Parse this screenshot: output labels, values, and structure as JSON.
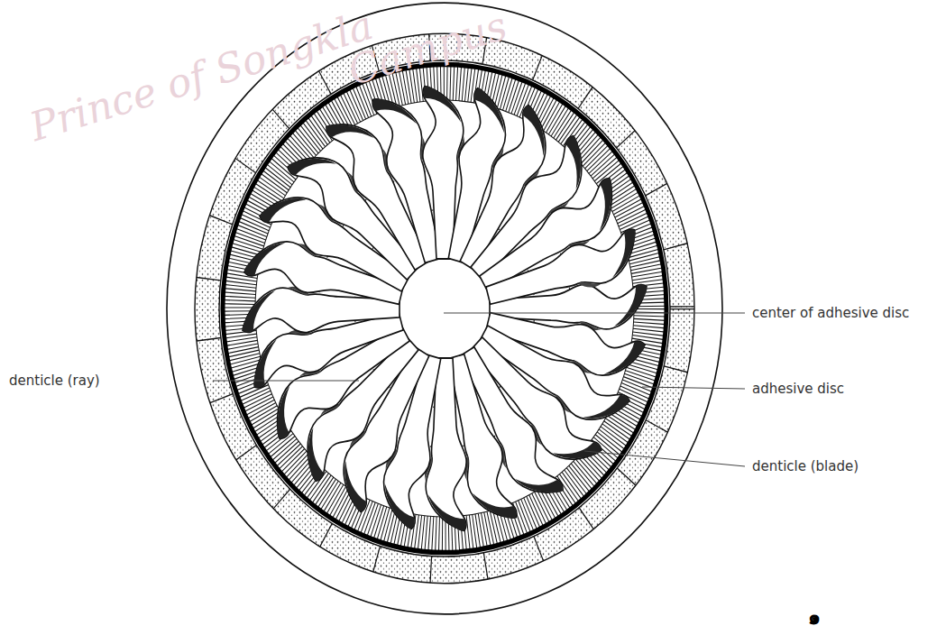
{
  "diagram": {
    "labels": [
      "Prince of Songkla",
      "Campus",
      "center of adhesive disc",
      "adhesive disc",
      "denticle (blade)",
      "denticle (ray)",
      "๑"
    ]
  }
}
